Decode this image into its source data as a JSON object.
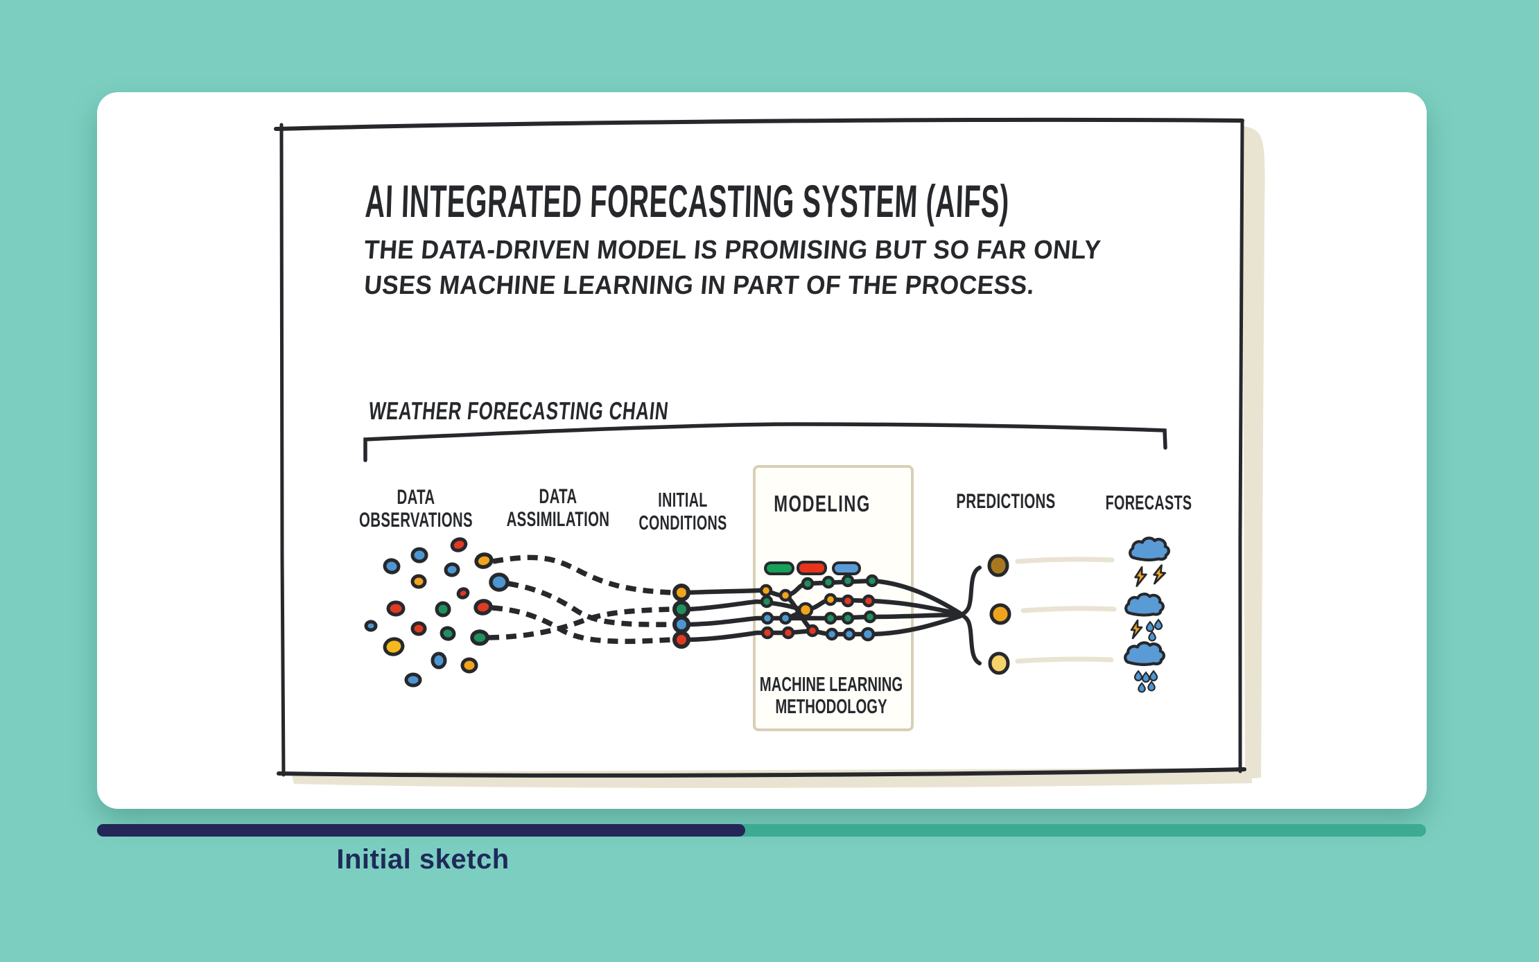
{
  "slide": {
    "caption": "Initial sketch",
    "progress_percent": 49
  },
  "sketch": {
    "title": "AI INTEGRATED FORECASTING SYSTEM (AIFS)",
    "subtitle_line1": "THE DATA-DRIVEN MODEL IS PROMISING BUT SO FAR ONLY",
    "subtitle_line2": "USES MACHINE LEARNING IN PART OF THE PROCESS.",
    "chain_label": "WEATHER FORECASTING CHAIN",
    "stages": [
      {
        "line1": "DATA",
        "line2": "OBSERVATIONS"
      },
      {
        "line1": "DATA",
        "line2": "ASSIMILATION"
      },
      {
        "line1": "INITIAL",
        "line2": "CONDITIONS"
      },
      {
        "line1": "MODELING",
        "line2": ""
      },
      {
        "line1": "PREDICTIONS",
        "line2": ""
      },
      {
        "line1": "FORECASTS",
        "line2": ""
      }
    ],
    "modeling_note_line1": "MACHINE LEARNING",
    "modeling_note_line2": "METHODOLOGY",
    "forecast_icons": [
      "thunderstorm",
      "thunder-rain",
      "rain"
    ]
  },
  "colors": {
    "background": "#7CCFC0",
    "card": "#FFFFFF",
    "ink": "#26282C",
    "paper_shadow": "#E9E3D1",
    "modeling_box_border": "#D8CFB6",
    "dot_red": "#E03A22",
    "dot_blue": "#4E96D2",
    "dot_green": "#1E915C",
    "dot_orange": "#F2A41C",
    "dot_yellow": "#F5B81E",
    "pill_green": "#16A05A",
    "pill_red": "#E8341C",
    "pill_blue": "#5B9BD5",
    "prediction_dark": "#A9781E",
    "prediction_mid": "#F0A41D",
    "prediction_pale": "#F6D26A",
    "cloud": "#5B9BD5",
    "bolt": "#F2A41C",
    "progress_track": "#3DAB92",
    "progress_fill": "#232656",
    "caption_text": "#1E2A5A"
  }
}
